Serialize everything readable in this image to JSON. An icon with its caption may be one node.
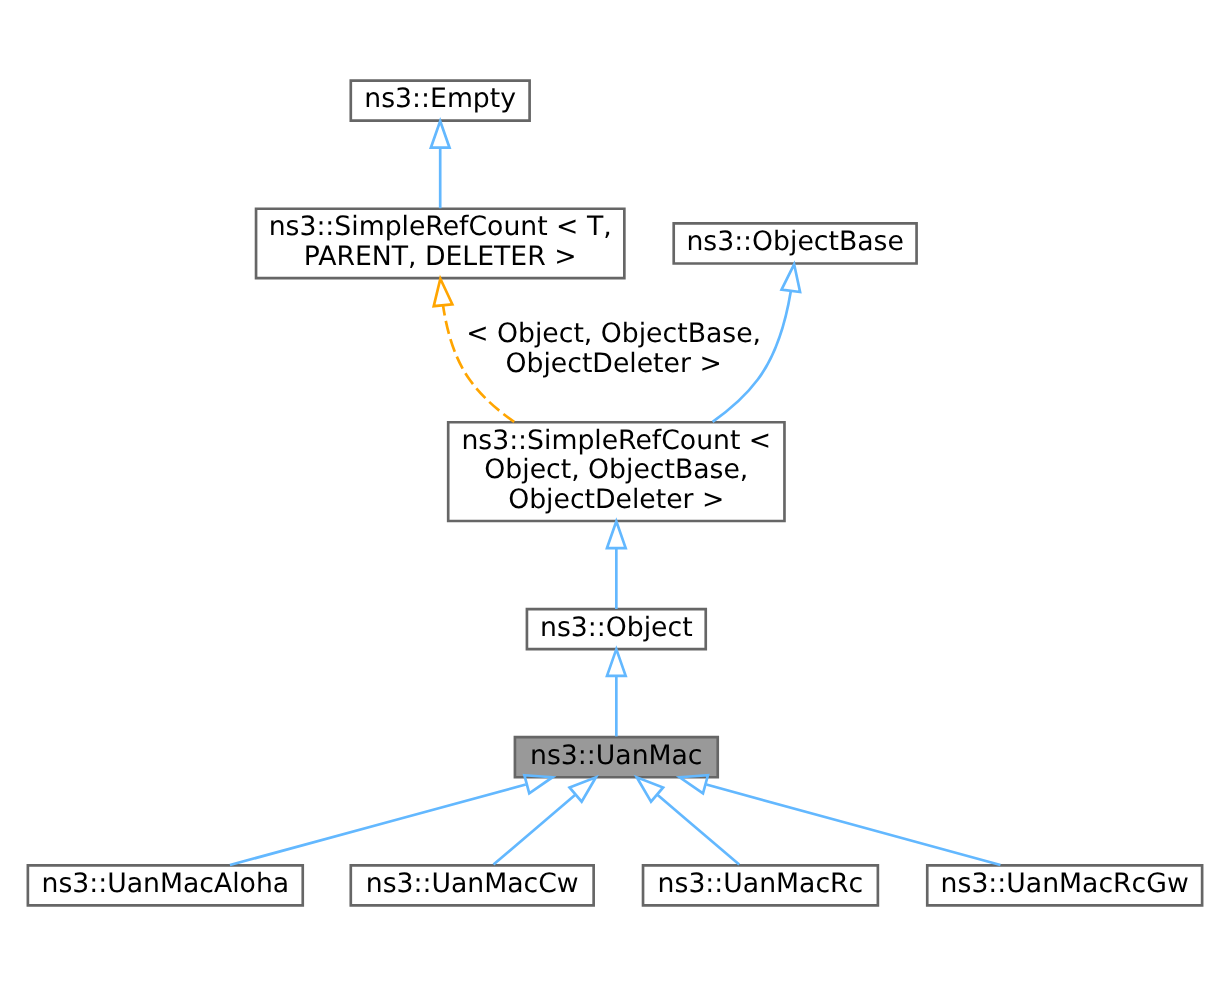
{
  "diagram": {
    "nodes": [
      {
        "text": [
          "ns3::Empty"
        ]
      },
      {
        "text": [
          "ns3::SimpleRefCount < T, PARENT, DELETER >"
        ]
      },
      {
        "text": [
          "ns3::ObjectBase"
        ]
      },
      {
        "text": [
          "ns3::SimpleRefCount < Object, ObjectBase, ObjectDeleter >"
        ]
      },
      {
        "text": [
          "ns3::Object"
        ]
      },
      {
        "text": [
          "ns3::UanMac"
        ]
      },
      {
        "text": [
          "ns3::UanMacAloha"
        ]
      },
      {
        "text": [
          "ns3::UanMacCw"
        ]
      },
      {
        "text": [
          "ns3::UanMacRc"
        ]
      },
      {
        "text": [
          "ns3::UanMacRcGw"
        ]
      }
    ],
    "edges": [
      {
        "from": 1,
        "to": 0,
        "arrow": "to"
      },
      {
        "from": 3,
        "to": 2,
        "arrow": "to"
      },
      {
        "from": 3,
        "to": 1,
        "arrow": "to",
        "label": "< Object, ObjectBase, ObjectDeleter >",
        "style": "dashed",
        "color": "#ffa500"
      },
      {
        "from": 4,
        "to": 3,
        "arrow": "to"
      },
      {
        "from": 5,
        "to": 4,
        "arrow": "to"
      },
      {
        "from": 6,
        "to": 5,
        "arrow": "to"
      },
      {
        "from": 7,
        "to": 5,
        "arrow": "to"
      },
      {
        "from": 8,
        "to": 5,
        "arrow": "to"
      },
      {
        "from": 9,
        "to": 5,
        "arrow": "to"
      }
    ]
  }
}
